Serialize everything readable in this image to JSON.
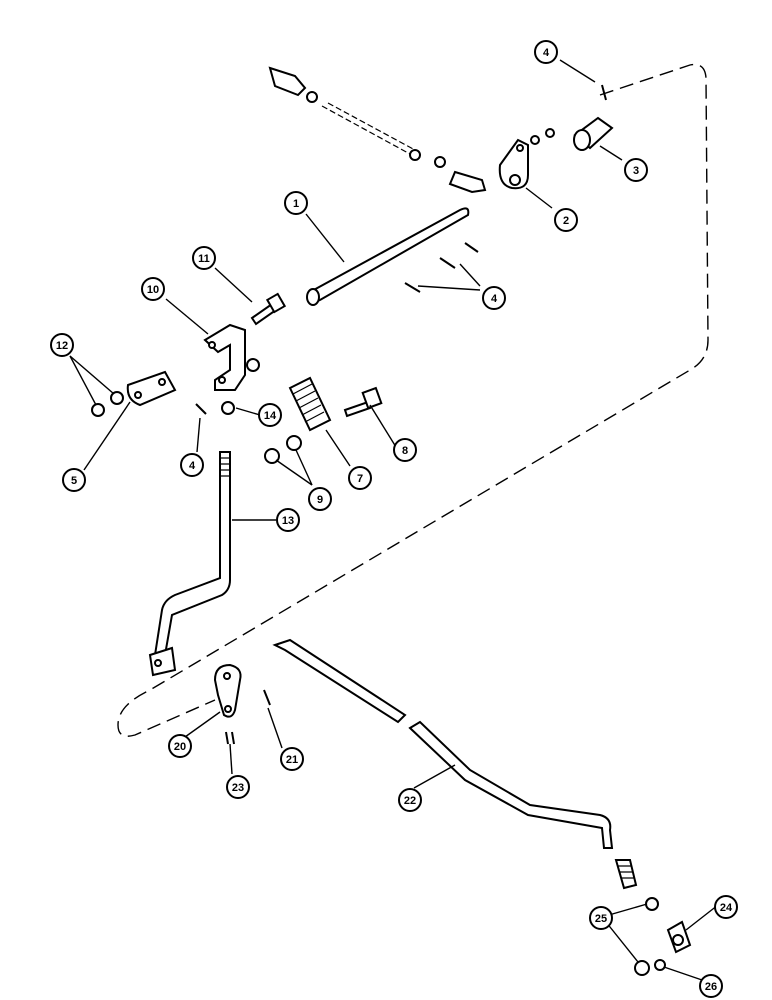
{
  "callouts": {
    "c1": "1",
    "c2": "2",
    "c3": "3",
    "c4a": "4",
    "c4b": "4",
    "c4c": "4",
    "c5": "5",
    "c7": "7",
    "c8": "8",
    "c9": "9",
    "c10": "10",
    "c11": "11",
    "c12": "12",
    "c13": "13",
    "c14": "14",
    "c20": "20",
    "c21": "21",
    "c22": "22",
    "c23": "23",
    "c24": "24",
    "c25": "25",
    "c26": "26"
  }
}
